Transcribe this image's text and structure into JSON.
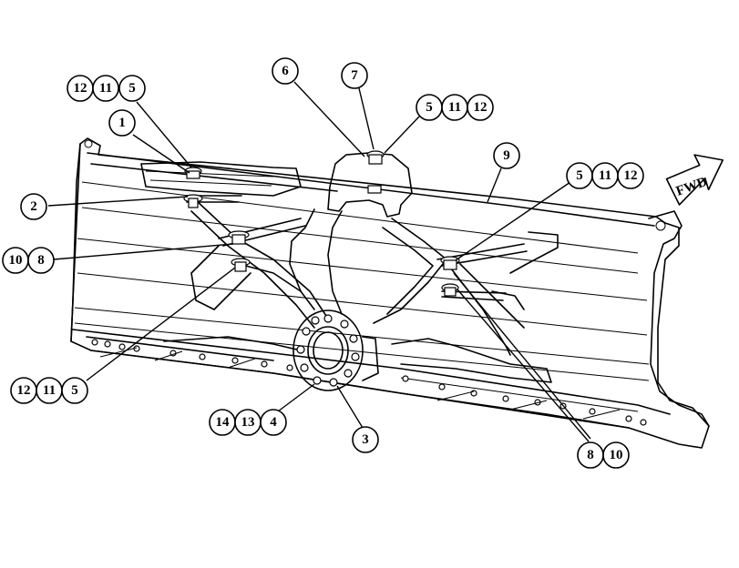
{
  "callouts": {
    "c_12_top": "12",
    "c_11_top": "11",
    "c_5_top": "5",
    "c_1": "1",
    "c_2": "2",
    "c_10_left": "10",
    "c_8_left": "8",
    "c_12_bot": "12",
    "c_11_bot": "11",
    "c_5_bot": "5",
    "c_14": "14",
    "c_13": "13",
    "c_4": "4",
    "c_3": "3",
    "c_6": "6",
    "c_7": "7",
    "c_5_mid": "5",
    "c_11_mid": "11",
    "c_12_mid": "12",
    "c_9": "9",
    "c_5_right": "5",
    "c_11_right": "11",
    "c_12_right": "12",
    "c_8_right": "8",
    "c_10_right": "10"
  },
  "direction_arrow": {
    "label": "FWD"
  }
}
